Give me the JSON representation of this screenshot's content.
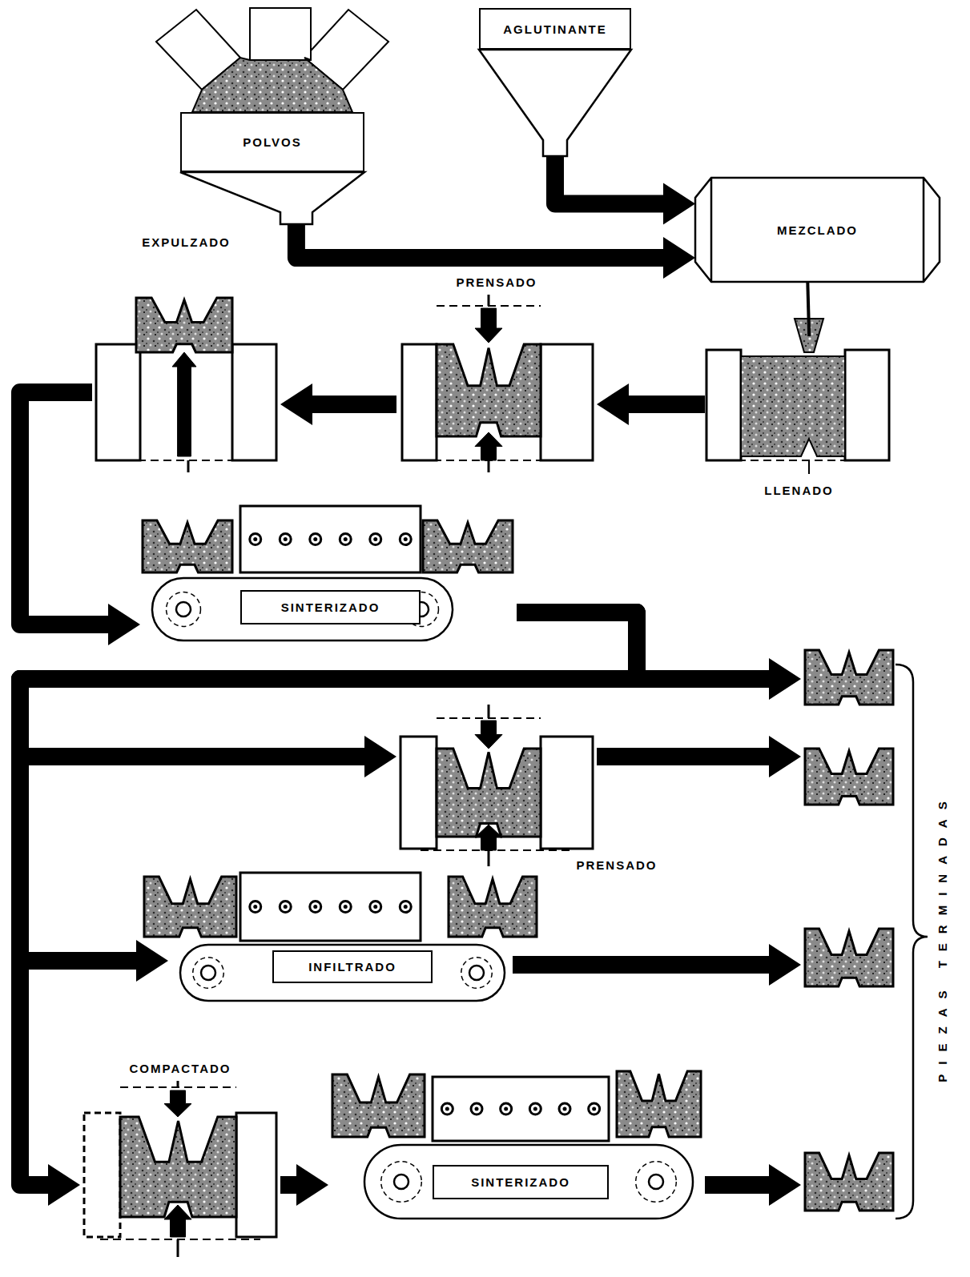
{
  "diagram": {
    "nodes": [
      {
        "text": [
          "POLVOS"
        ]
      },
      {
        "text": [
          "AGLUTINANTE"
        ]
      },
      {
        "text": [
          "MEZCLADO"
        ]
      },
      {
        "text": [
          "LLENADO"
        ]
      },
      {
        "text": [
          "PRENSADO"
        ]
      },
      {
        "text": [
          "EXPULZADO"
        ]
      },
      {
        "text": [
          "SINTERIZADO"
        ]
      },
      {
        "text": [
          "PRENSADO"
        ]
      },
      {
        "text": [
          "INFILTRADO"
        ]
      },
      {
        "text": [
          "COMPACTADO"
        ]
      },
      {
        "text": [
          "SINTERIZADO"
        ]
      }
    ],
    "edges": [
      {
        "from": 0,
        "to": 2,
        "arrow": "to"
      },
      {
        "from": 1,
        "to": 2,
        "arrow": "to"
      },
      {
        "from": 2,
        "to": 3,
        "arrow": "none"
      },
      {
        "from": 3,
        "to": 4,
        "arrow": "to"
      },
      {
        "from": 4,
        "to": 5,
        "arrow": "to"
      },
      {
        "from": 5,
        "to": 6,
        "arrow": "to"
      },
      {
        "from": 6,
        "to": 7,
        "arrow": "to"
      },
      {
        "from": 6,
        "to": 8,
        "arrow": "to"
      },
      {
        "from": 6,
        "to": 9,
        "arrow": "to"
      },
      {
        "from": 9,
        "to": 10,
        "arrow": "to"
      }
    ],
    "labels": [
      "PIEZAS TERMINADAS"
    ]
  }
}
